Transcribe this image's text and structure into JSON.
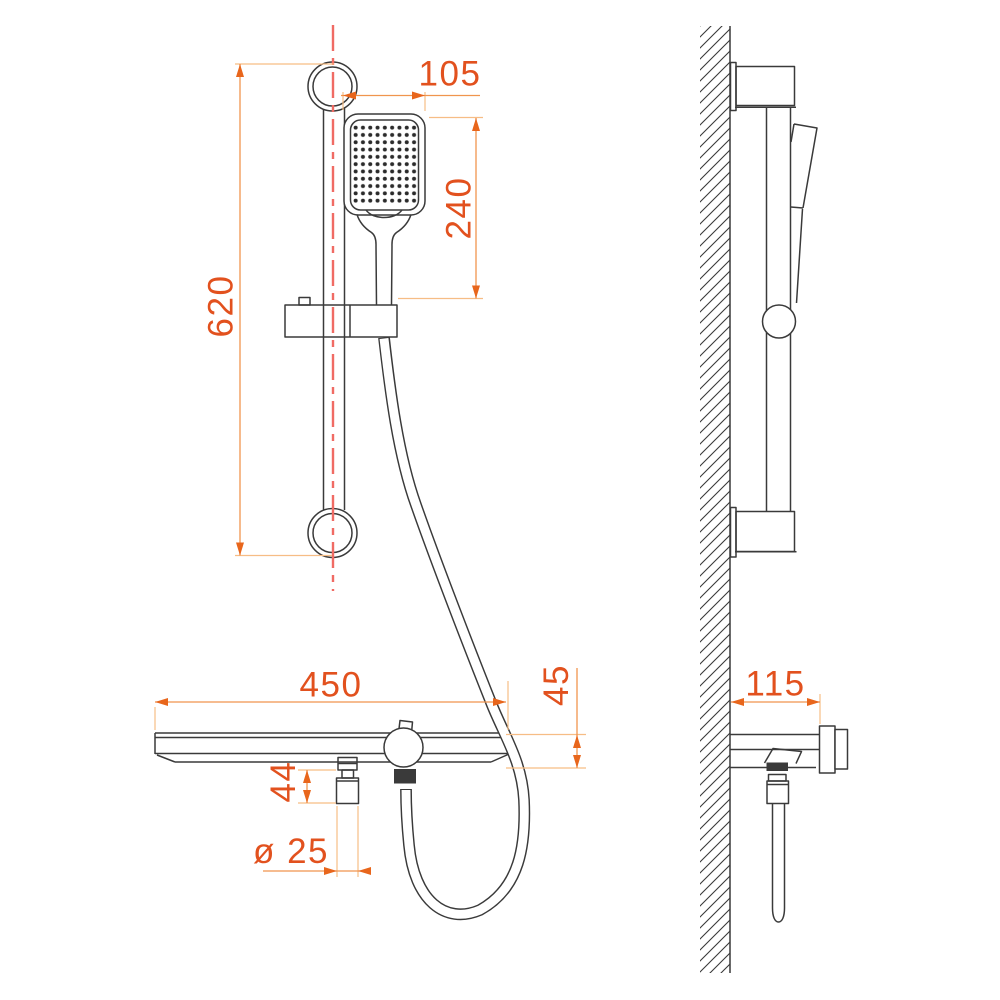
{
  "drawing": {
    "dims": {
      "rail_length": "620",
      "handshower_width": "105",
      "handshower_length": "240",
      "valve_width": "450",
      "valve_height": "45",
      "outlet_height": "44",
      "outlet_diameter": "ø 25",
      "wall_projection": "115"
    },
    "colors": {
      "dimension_text": "#e2511e",
      "dimension_line": "#f0954e",
      "extension_line": "#f6bd85",
      "arrow": "#e8661c",
      "centerline": "#f06b64",
      "linework": "#3a3a3a",
      "background": "#ffffff"
    }
  }
}
